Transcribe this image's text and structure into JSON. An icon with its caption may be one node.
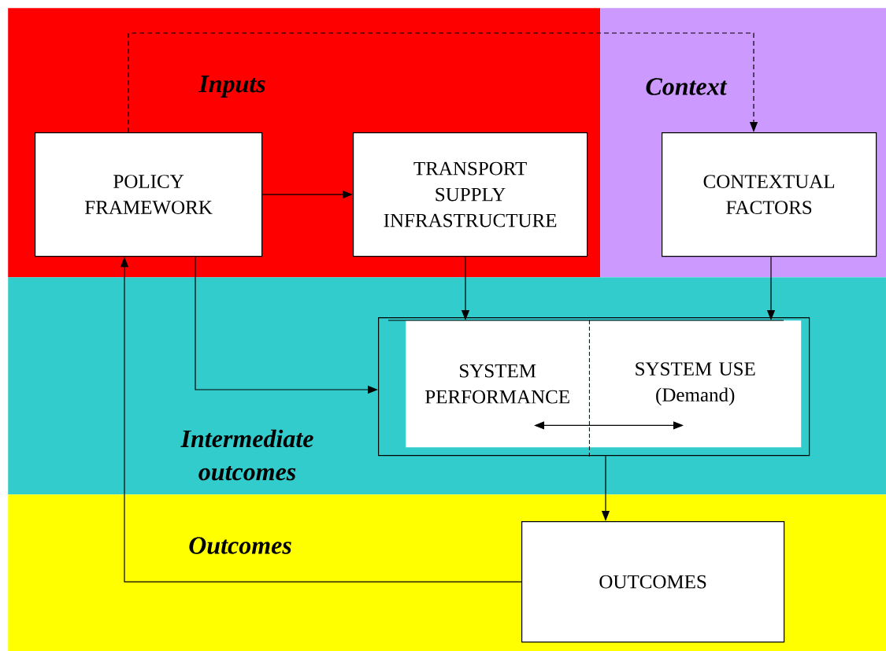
{
  "diagram": {
    "nodes": [
      {
        "text": [
          "Inputs"
        ]
      },
      {
        "text": [
          "POLICY FRAMEWORK"
        ],
        "in": 0
      },
      {
        "text": [
          "TRANSPORT SUPPLY INFRASTRUCTURE"
        ],
        "in": 0
      },
      {
        "text": [
          "Context"
        ]
      },
      {
        "text": [
          "CONTEXTUAL FACTORS"
        ],
        "in": 3
      },
      {
        "text": [
          "Intermediate outcomes"
        ]
      },
      {
        "text": [],
        "shape": "box",
        "in": 5
      },
      {
        "text": [
          "SYSTEM PERFORMANCE"
        ],
        "in": 6
      },
      {
        "text": [
          "SYSTEM USE (Demand)"
        ],
        "in": 6
      },
      {
        "text": [
          "Outcomes"
        ]
      },
      {
        "text": [
          "OUTCOMES"
        ],
        "in": 9
      }
    ],
    "edges": [
      {
        "from": 1,
        "to": 2,
        "arrow": "to"
      },
      {
        "from": 1,
        "to": 4,
        "arrow": "to",
        "style": "dashed"
      },
      {
        "from": 2,
        "to": 7,
        "arrow": "to"
      },
      {
        "from": 4,
        "to": 8,
        "arrow": "to"
      },
      {
        "from": 1,
        "to": 6,
        "arrow": "to"
      },
      {
        "from": 7,
        "to": 8,
        "arrow": "both"
      },
      {
        "from": 6,
        "to": 10,
        "arrow": "to"
      },
      {
        "from": 10,
        "to": 1,
        "arrow": "to"
      }
    ]
  }
}
